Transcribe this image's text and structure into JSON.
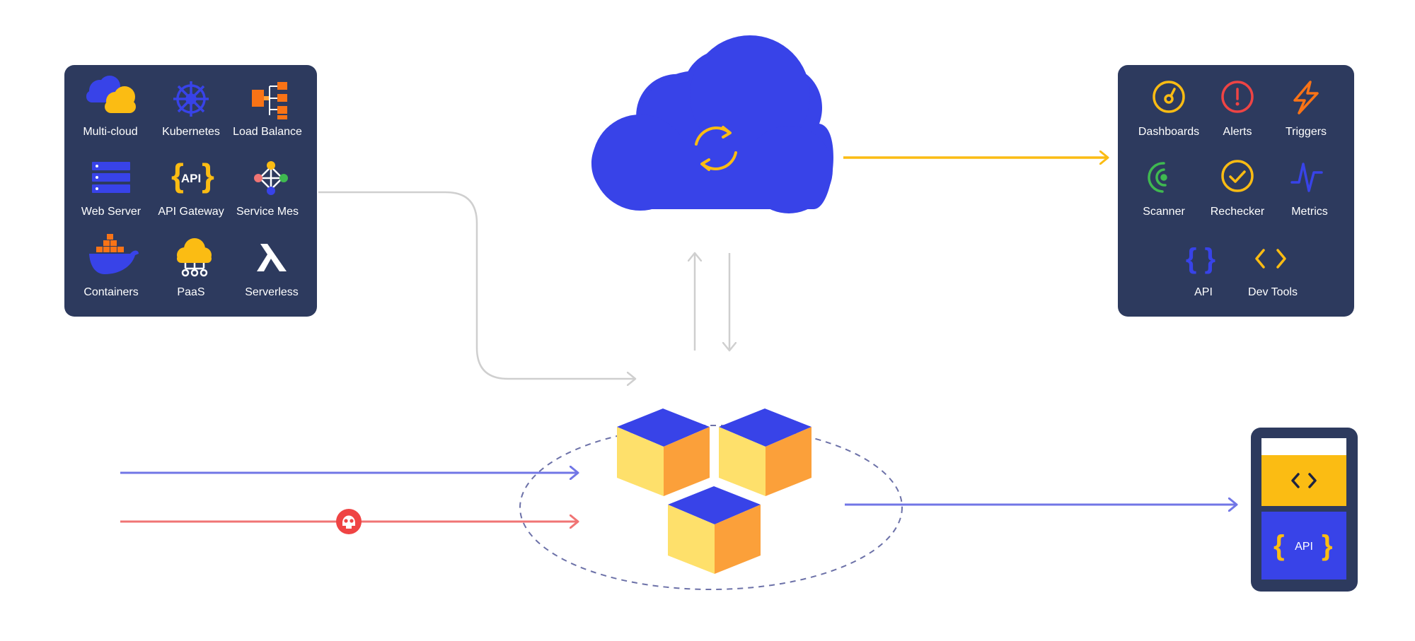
{
  "left_panel": {
    "items": [
      {
        "label": "Multi-cloud",
        "icon": "multi-cloud-icon"
      },
      {
        "label": "Kubernetes",
        "icon": "kubernetes-helm-icon"
      },
      {
        "label": "Load Balance",
        "icon": "load-balancer-icon"
      },
      {
        "label": "Web Server",
        "icon": "server-stack-icon"
      },
      {
        "label": "API Gateway",
        "icon": "api-brackets-icon"
      },
      {
        "label": "Service Mes",
        "icon": "service-mesh-icon"
      },
      {
        "label": "Containers",
        "icon": "docker-whale-icon"
      },
      {
        "label": "PaaS",
        "icon": "paas-cloud-icon"
      },
      {
        "label": "Serverless",
        "icon": "lambda-icon"
      }
    ]
  },
  "right_panel": {
    "items": [
      {
        "label": "Dashboards",
        "icon": "dashboard-gauge-icon"
      },
      {
        "label": "Alerts",
        "icon": "alert-exclamation-icon"
      },
      {
        "label": "Triggers",
        "icon": "lightning-bolt-icon"
      },
      {
        "label": "Scanner",
        "icon": "scanner-radar-icon"
      },
      {
        "label": "Rechecker",
        "icon": "check-circle-icon"
      },
      {
        "label": "Metrics",
        "icon": "metrics-pulse-icon"
      },
      {
        "label": "API",
        "icon": "curly-braces-icon"
      },
      {
        "label": "Dev Tools",
        "icon": "code-chevrons-icon"
      }
    ]
  },
  "device": {
    "api_label": "API"
  },
  "colors": {
    "panel": "#2d3a5e",
    "cloud": "#3843e8",
    "yellow": "#fbbc13",
    "orange": "#f97316",
    "red": "#ef4444",
    "green": "#3fb950",
    "purple_line": "#7176e6",
    "red_line": "#f07474",
    "gray_line": "#cfcfcf",
    "cube_top": "#3843e8",
    "cube_left": "#fee06b",
    "cube_right": "#fba03a"
  }
}
